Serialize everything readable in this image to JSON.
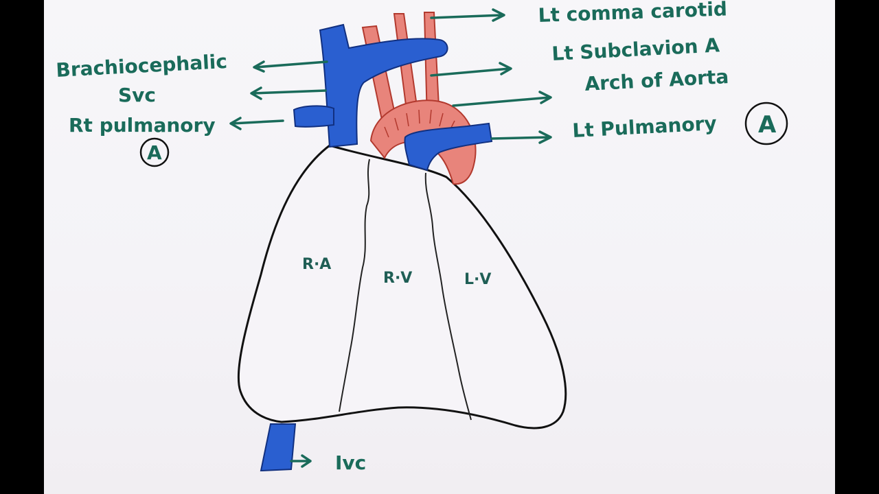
{
  "labels": {
    "brachiocephalic": "Brachiocephalic",
    "svc": "Svc",
    "rt_pulmonary": "Rt pulmanory",
    "rt_pulmonary_circle": "A",
    "lt_common_carotid": "Lt comma carotid",
    "lt_subclavian": "Lt Subclavion A",
    "arch_of_aorta": "Arch of Aorta",
    "lt_pulmonary": "Lt Pulmanory",
    "lt_pulmonary_circle": "A",
    "ivc": "Ivc",
    "ra": "R·A",
    "rv": "R·V",
    "lv": "L·V"
  },
  "colors": {
    "ink": "#1a6b5a",
    "vein": "#2a5fd0",
    "artery": "#e8847b",
    "outline": "#111111"
  }
}
